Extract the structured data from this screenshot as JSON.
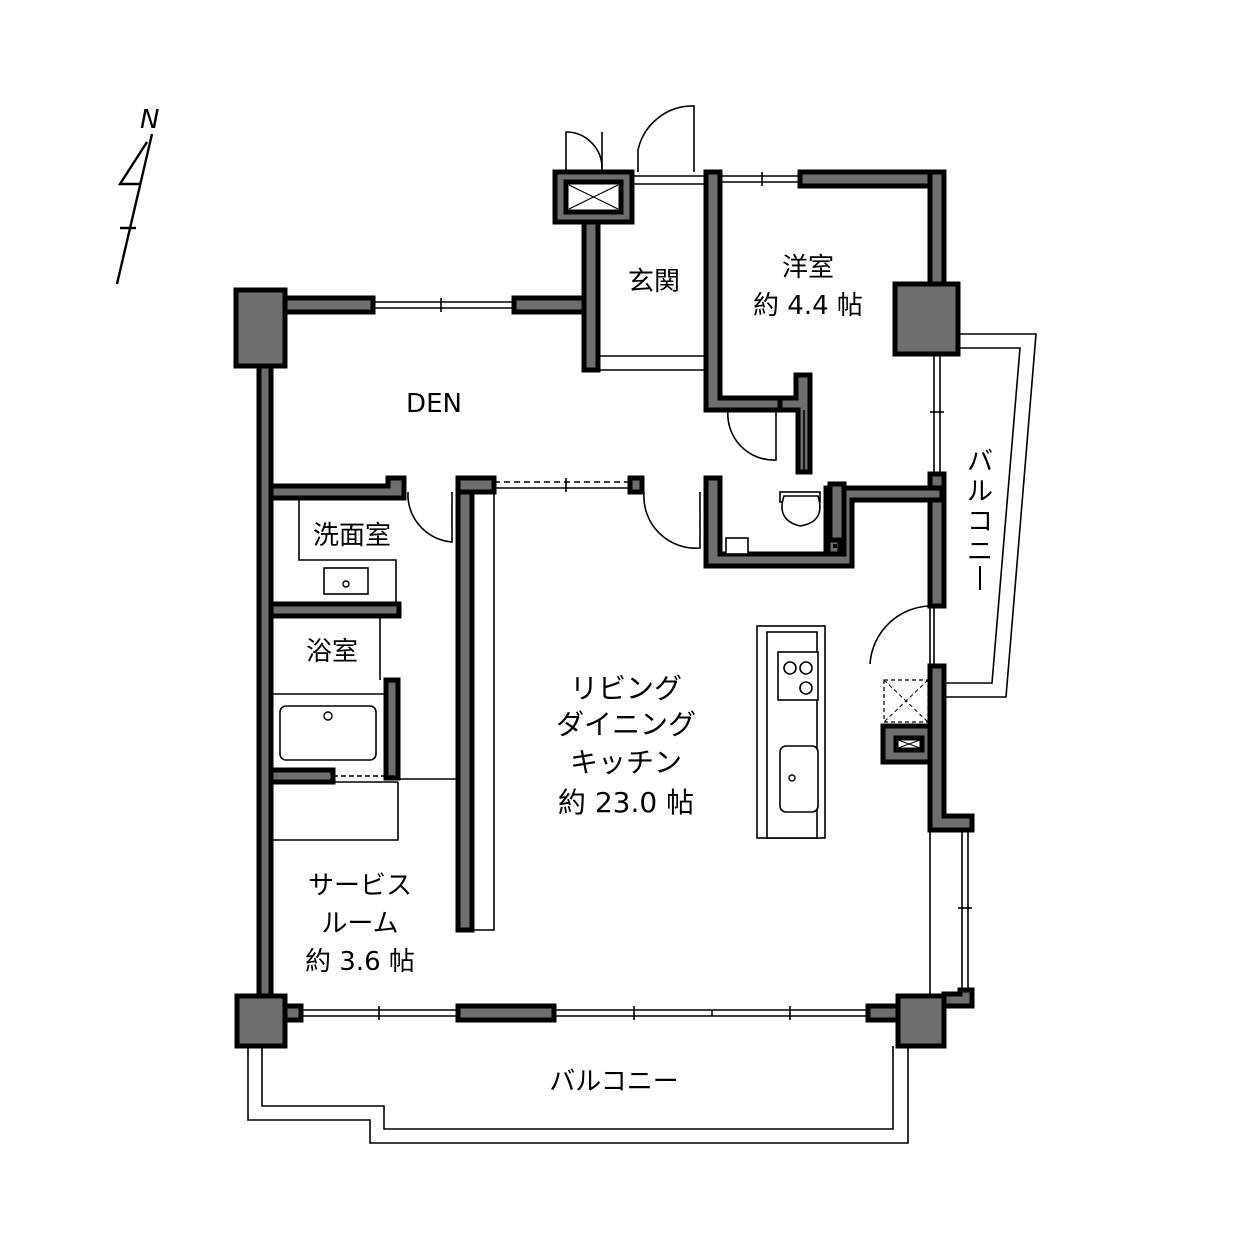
{
  "compass": {
    "label": "N"
  },
  "rooms": {
    "genkan": {
      "name": "玄関"
    },
    "youshitsu": {
      "name": "洋室",
      "area": "約 4.4 帖"
    },
    "den": {
      "name": "DEN"
    },
    "senmen": {
      "name": "洗面室"
    },
    "yokushitsu": {
      "name": "浴室"
    },
    "ldk": {
      "line1": "リビング",
      "line2": "ダイニング",
      "line3": "キッチン",
      "area": "約 23.0 帖"
    },
    "service": {
      "line1": "サービス",
      "line2": "ルーム",
      "area": "約 3.6 帖"
    },
    "balcony_east": {
      "chars": [
        "バ",
        "ル",
        "コ",
        "ニ",
        "ー"
      ]
    },
    "balcony_south": {
      "name": "バルコニー"
    }
  },
  "colors": {
    "wall": "#6e6e6e",
    "line": "#000000",
    "background": "#ffffff"
  }
}
